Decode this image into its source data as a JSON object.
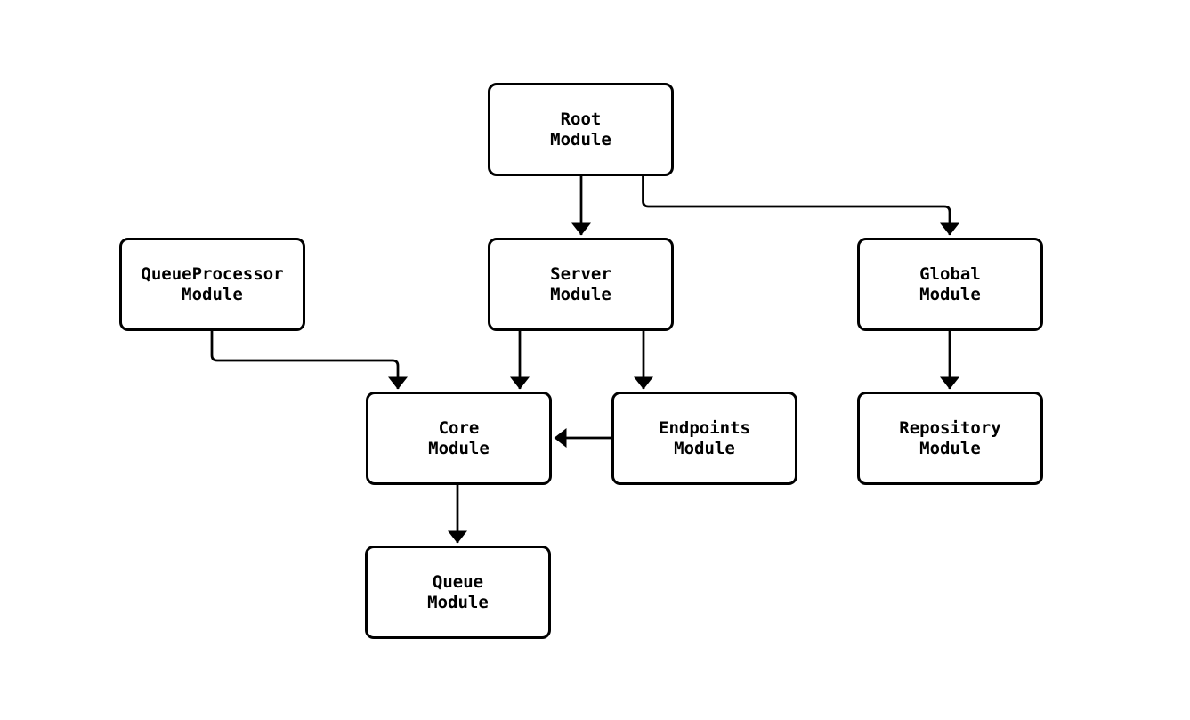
{
  "diagram": {
    "type": "flowchart",
    "background_color": "#ffffff",
    "node_fill_color": "#ffffff",
    "stroke_color": "#000000",
    "text_color": "#000000",
    "nodes": [
      {
        "id": "root",
        "lines": [
          "Root",
          "Module"
        ]
      },
      {
        "id": "queueprocessor",
        "lines": [
          "QueueProcessor",
          "Module"
        ]
      },
      {
        "id": "server",
        "lines": [
          "Server",
          "Module"
        ]
      },
      {
        "id": "global",
        "lines": [
          "Global",
          "Module"
        ]
      },
      {
        "id": "core",
        "lines": [
          "Core",
          "Module"
        ]
      },
      {
        "id": "endpoints",
        "lines": [
          "Endpoints",
          "Module"
        ]
      },
      {
        "id": "repository",
        "lines": [
          "Repository",
          "Module"
        ]
      },
      {
        "id": "queue",
        "lines": [
          "Queue",
          "Module"
        ]
      }
    ],
    "edges": [
      {
        "from": "Root Module",
        "to": "Server Module"
      },
      {
        "from": "Root Module",
        "to": "Global Module"
      },
      {
        "from": "QueueProcessor Module",
        "to": "Core Module"
      },
      {
        "from": "Server Module",
        "to": "Core Module"
      },
      {
        "from": "Server Module",
        "to": "Endpoints Module"
      },
      {
        "from": "Endpoints Module",
        "to": "Core Module"
      },
      {
        "from": "Global Module",
        "to": "Repository Module"
      },
      {
        "from": "Core Module",
        "to": "Queue Module"
      }
    ]
  }
}
